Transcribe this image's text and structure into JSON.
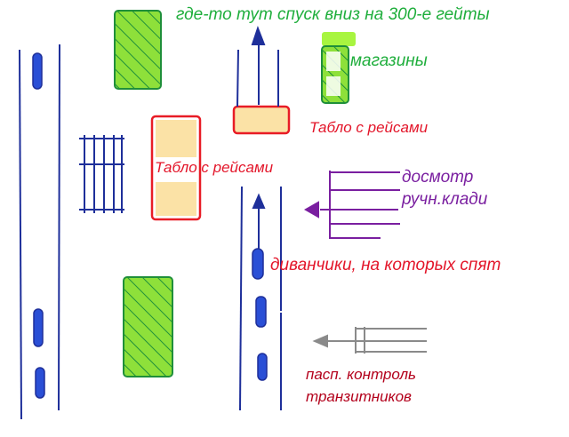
{
  "labels": {
    "gates_down": "где-то тут спуск вниз на 300-е гейты",
    "shops": "магазины",
    "board_right": "Табло с рейсами",
    "board_left": "Табло с рейсами",
    "inspection_line1": "досмотр",
    "inspection_line2": "ручн.клади",
    "sofas": "диванчики, на которых спят",
    "passport_line1": "пасп. контроль",
    "passport_line2": "транзитников"
  },
  "colors": {
    "green_text": "#1fae3c",
    "red_text": "#e3162a",
    "purple": "#7a1fa0",
    "dark_red": "#b3001b",
    "blue": "#1e2f9a",
    "green_fill": "#8ee03a",
    "green_hatch": "#1f8f3a",
    "board_fill": "#fbe2a6",
    "board_border": "#e81c26",
    "gray_arrow": "#8a8a8a"
  }
}
